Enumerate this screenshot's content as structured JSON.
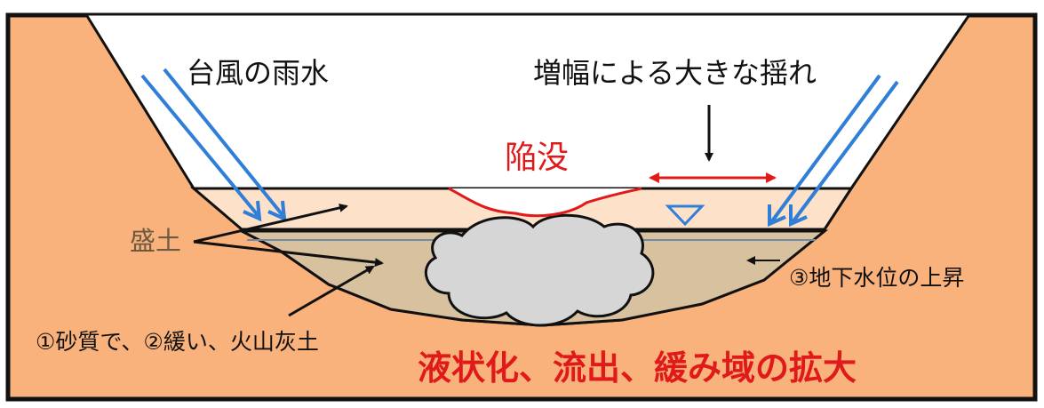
{
  "labels": {
    "rain": "台風の雨水",
    "amplified_shaking": "増幅による大きな揺れ",
    "sinkhole": "陥没",
    "embankment": "盛土",
    "groundwater_rise": "③地下水位の上昇",
    "soil": "①砂質で、②緩い、火山灰土",
    "consequence": "液状化、流出、緩み域の拡大"
  },
  "colors": {
    "ground": "#f9b27b",
    "embankment_upper": "#fde1c9",
    "embankment_lower": "#d8c19e",
    "rain_arrow": "#2f7ed8",
    "red": "#e01a1a",
    "cloud": "#d6d6d6",
    "water_symbol": "#2f7ed8"
  },
  "icons": {
    "water_level": "inverted-triangle-icon",
    "loosened_zone": "cloud-shape"
  }
}
